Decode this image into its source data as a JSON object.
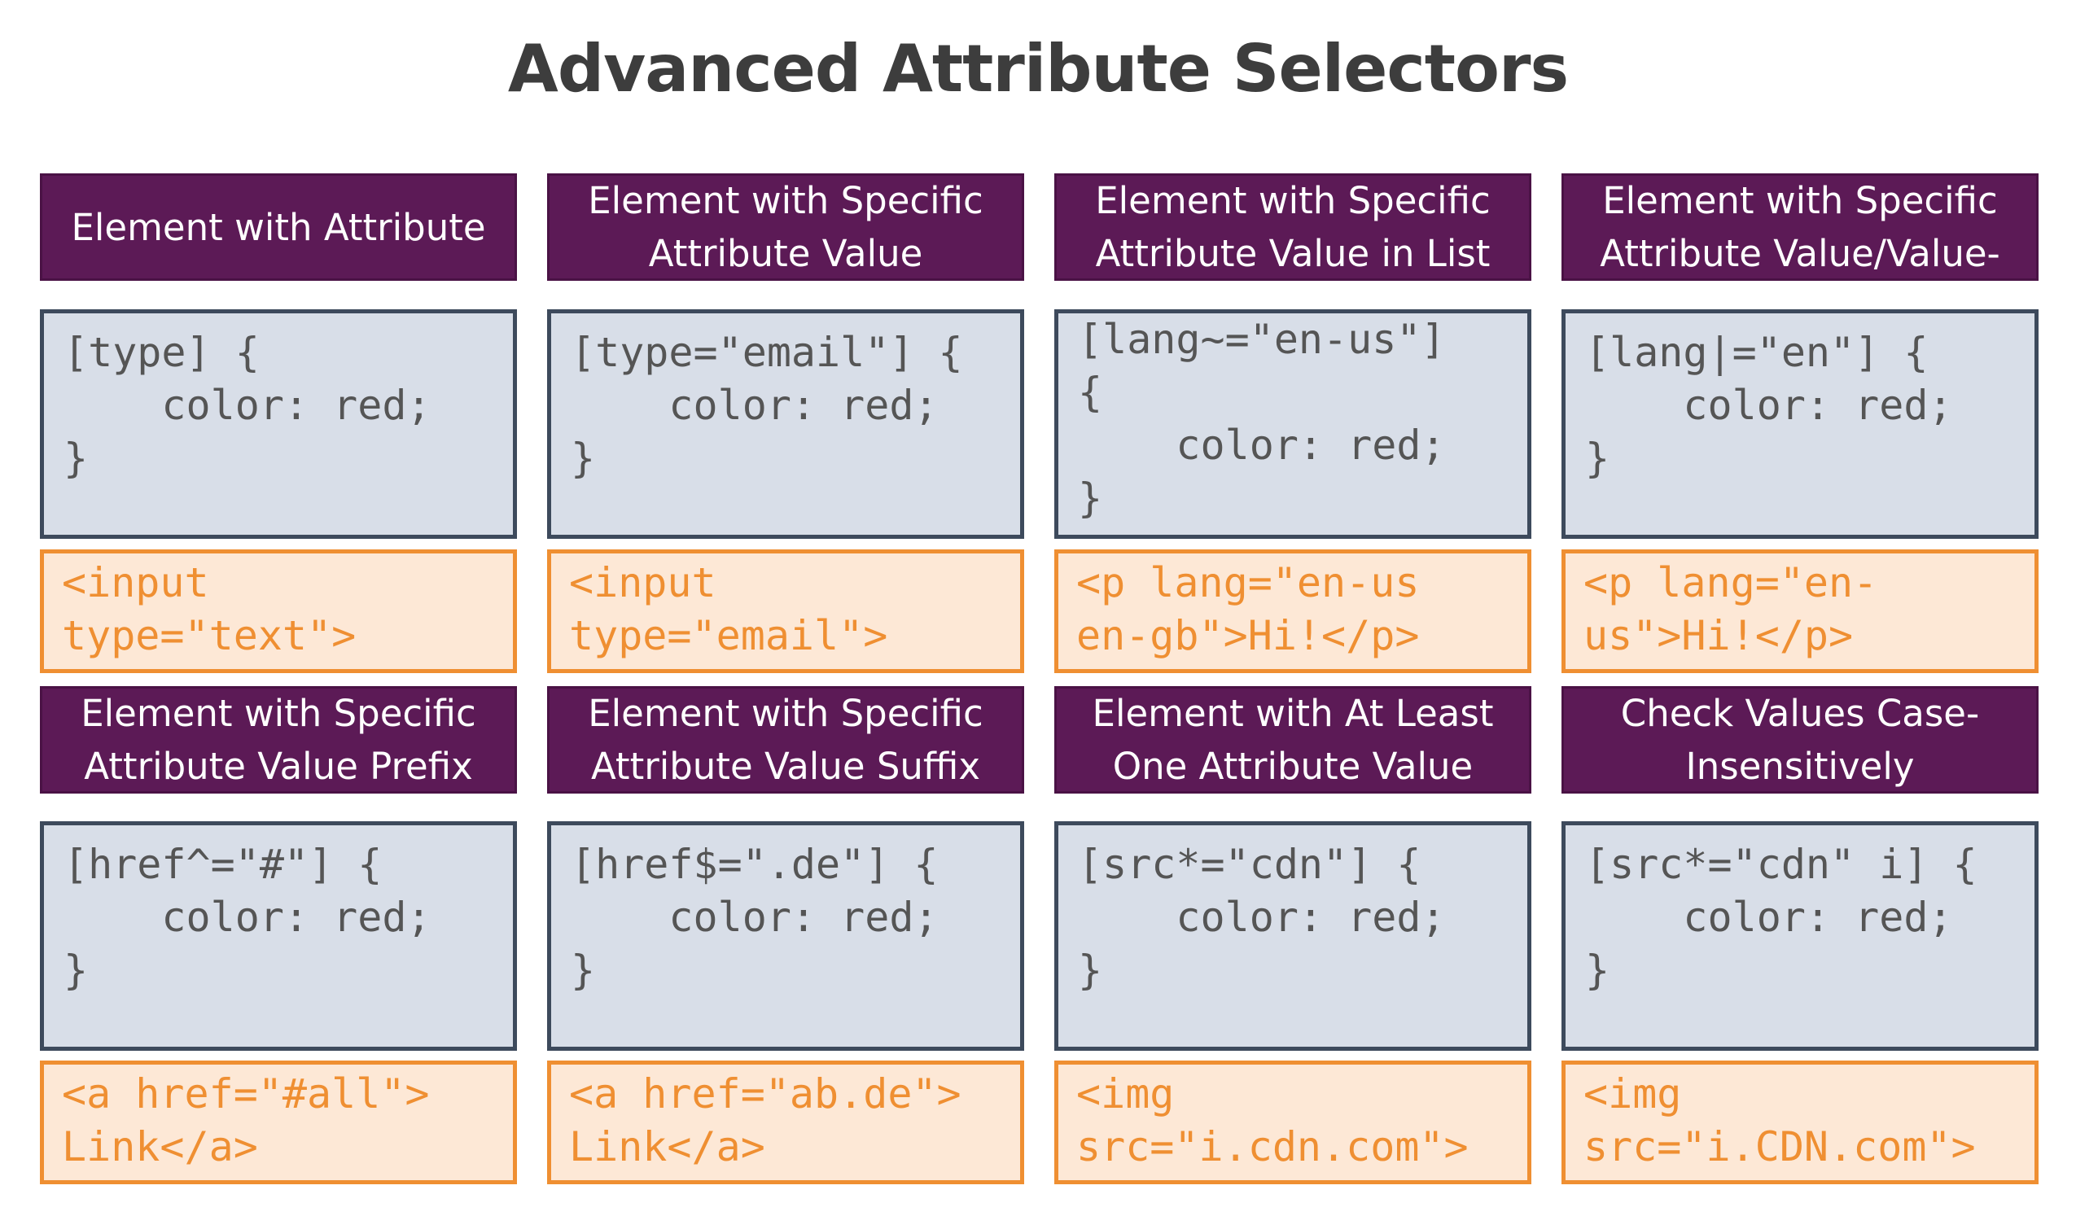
{
  "title": "Advanced Attribute Selectors",
  "cards": [
    {
      "header": "Element with Attribute",
      "code": "[type] {\n    color: red;\n}",
      "example": "<input\ntype=\"text\">"
    },
    {
      "header": "Element with Specific\nAttribute Value",
      "code": "[type=\"email\"] {\n    color: red;\n}",
      "example": "<input\ntype=\"email\">"
    },
    {
      "header": "Element with Specific\nAttribute Value in List",
      "code": "[lang~=\"en-us\"]\n{\n    color: red;\n}",
      "example": "<p lang=\"en-us\nen-gb\">Hi!</p>"
    },
    {
      "header": "Element with Specific\nAttribute Value/Value-",
      "code": "[lang|=\"en\"] {\n    color: red;\n}",
      "example": "<p lang=\"en-\nus\">Hi!</p>"
    },
    {
      "header": "Element with Specific\nAttribute Value Prefix",
      "code": "[href^=\"#\"] {\n    color: red;\n}",
      "example": "<a href=\"#all\">\nLink</a>"
    },
    {
      "header": "Element with Specific\nAttribute Value Suffix",
      "code": "[href$=\".de\"] {\n    color: red;\n}",
      "example": "<a href=\"ab.de\">\nLink</a>"
    },
    {
      "header": "Element with At Least\nOne Attribute Value",
      "code": "[src*=\"cdn\"] {\n    color: red;\n}",
      "example": "<img\nsrc=\"i.cdn.com\">"
    },
    {
      "header": "Check Values Case-\nInsensitively",
      "code": "[src*=\"cdn\" i] {\n    color: red;\n}",
      "example": "<img\nsrc=\"i.CDN.com\">"
    }
  ],
  "colors": {
    "header_bg": "#5c1a56",
    "code_bg": "#d8dee8",
    "code_border": "#3d4a5c",
    "example_bg": "#fde8d6",
    "example_border": "#ef8f32"
  }
}
